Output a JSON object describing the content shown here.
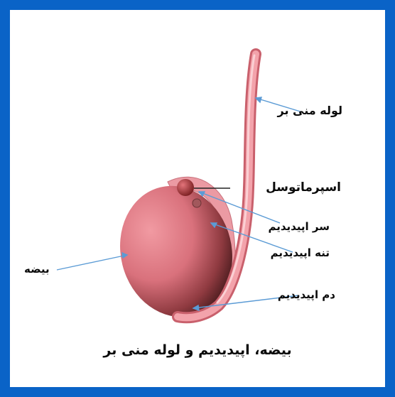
{
  "labels": {
    "vas_deferens": "لوله منی بر",
    "spermatocele": "اسپرماتوسل",
    "epididymis_head": "سر اپیدیدیم",
    "epididymis_body": "تنه اپیدیدیم",
    "testis": "بیضه",
    "epididymis_tail": "دم اپیدیدیم"
  },
  "caption": "بیضه، اپیدیدیم و لوله منی بر",
  "colors": {
    "frame": "#0a63c7",
    "pointer_lines": "#5b9bd5",
    "tissue": "#e88d97",
    "testis_dark": "#2a0d0e"
  }
}
